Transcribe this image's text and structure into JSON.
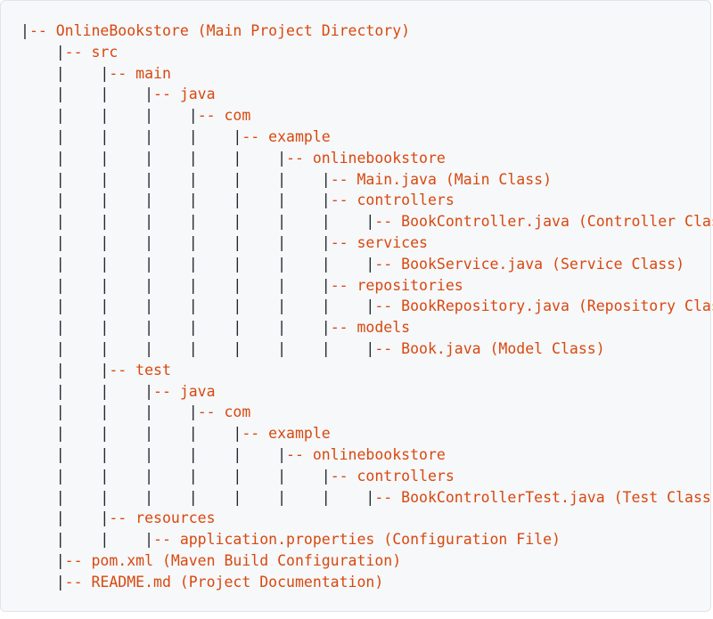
{
  "colors": {
    "background": "#f6f8fa",
    "border": "#e1e4e8",
    "tree_guides": "#24292e",
    "entry_text": "#d9480f"
  },
  "tree": [
    {
      "guide": "|",
      "entry": "-- OnlineBookstore (Main Project Directory)"
    },
    {
      "guide": "    |",
      "entry": "-- src"
    },
    {
      "guide": "    |    |",
      "entry": "-- main"
    },
    {
      "guide": "    |    |    |",
      "entry": "-- java"
    },
    {
      "guide": "    |    |    |    |",
      "entry": "-- com"
    },
    {
      "guide": "    |    |    |    |    |",
      "entry": "-- example"
    },
    {
      "guide": "    |    |    |    |    |    |",
      "entry": "-- onlinebookstore"
    },
    {
      "guide": "    |    |    |    |    |    |    |",
      "entry": "-- Main.java (Main Class)"
    },
    {
      "guide": "    |    |    |    |    |    |    |",
      "entry": "-- controllers"
    },
    {
      "guide": "    |    |    |    |    |    |    |    |",
      "entry": "-- BookController.java (Controller Class)"
    },
    {
      "guide": "    |    |    |    |    |    |    |",
      "entry": "-- services"
    },
    {
      "guide": "    |    |    |    |    |    |    |    |",
      "entry": "-- BookService.java (Service Class)"
    },
    {
      "guide": "    |    |    |    |    |    |    |",
      "entry": "-- repositories"
    },
    {
      "guide": "    |    |    |    |    |    |    |    |",
      "entry": "-- BookRepository.java (Repository Class)"
    },
    {
      "guide": "    |    |    |    |    |    |    |",
      "entry": "-- models"
    },
    {
      "guide": "    |    |    |    |    |    |    |    |",
      "entry": "-- Book.java (Model Class)"
    },
    {
      "guide": "    |    |",
      "entry": "-- test"
    },
    {
      "guide": "    |    |    |",
      "entry": "-- java"
    },
    {
      "guide": "    |    |    |    |",
      "entry": "-- com"
    },
    {
      "guide": "    |    |    |    |    |",
      "entry": "-- example"
    },
    {
      "guide": "    |    |    |    |    |    |",
      "entry": "-- onlinebookstore"
    },
    {
      "guide": "    |    |    |    |    |    |    |",
      "entry": "-- controllers"
    },
    {
      "guide": "    |    |    |    |    |    |    |    |",
      "entry": "-- BookControllerTest.java (Test Class)"
    },
    {
      "guide": "    |    |",
      "entry": "-- resources"
    },
    {
      "guide": "    |    |    |",
      "entry": "-- application.properties (Configuration File)"
    },
    {
      "guide": "    |",
      "entry": "-- pom.xml (Maven Build Configuration)"
    },
    {
      "guide": "    |",
      "entry": "-- README.md (Project Documentation)"
    }
  ]
}
